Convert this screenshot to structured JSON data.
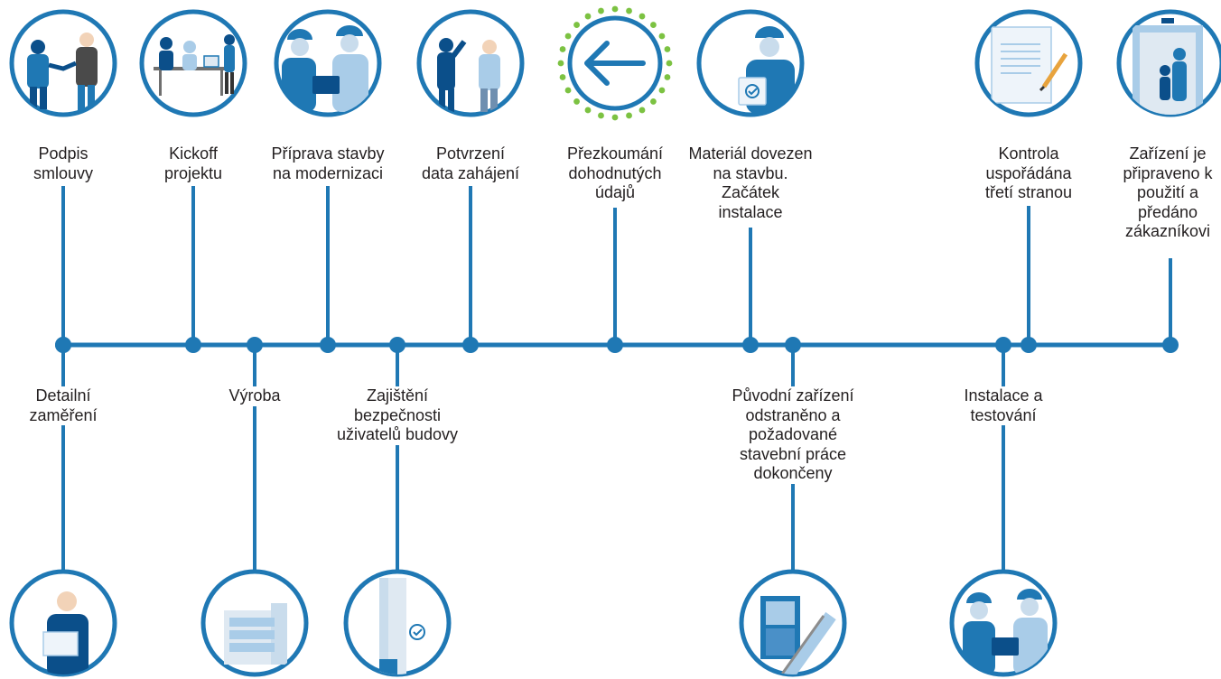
{
  "colors": {
    "accent": "#1f78b4",
    "dark_blue": "#0b4f8a",
    "light_blue": "#a9cce8",
    "green_dots": "#7cc242",
    "text": "#231f20"
  },
  "top_steps": [
    {
      "id": "podpis",
      "label": [
        "Podpis",
        "smlouvy"
      ],
      "icon": "handshake-icon"
    },
    {
      "id": "kickoff",
      "label": [
        "Kickoff",
        "projektu"
      ],
      "icon": "meeting-icon"
    },
    {
      "id": "priprava",
      "label": [
        "Příprava stavby",
        "na modernizaci"
      ],
      "icon": "workers-tablet-icon"
    },
    {
      "id": "potvrzeni",
      "label": [
        "Potvrzení",
        "data zahájení"
      ],
      "icon": "people-talking-icon"
    },
    {
      "id": "prezkoumani",
      "label": [
        "Přezkoumání",
        "dohodnutých",
        "údajů"
      ],
      "icon": "arrow-left-icon"
    },
    {
      "id": "material",
      "label": [
        "Materiál dovezen",
        "na stavbu.",
        "Začátek",
        "instalace"
      ],
      "icon": "worker-checklist-icon"
    },
    {
      "id": "kontrola",
      "label": [
        "Kontrola",
        "uspořádána",
        "třetí stranou"
      ],
      "icon": "document-signing-icon"
    },
    {
      "id": "predano",
      "label": [
        "Zařízení je",
        "připraveno k",
        "použití a",
        "předáno",
        "zákazníkovi"
      ],
      "icon": "elevator-family-icon"
    }
  ],
  "bottom_steps": [
    {
      "id": "zamereni",
      "label": [
        "Detailní",
        "zaměření"
      ],
      "icon": "engineer-plan-icon"
    },
    {
      "id": "vyroba",
      "label": [
        "Výroba"
      ],
      "icon": "factory-icon"
    },
    {
      "id": "bezpecnost",
      "label": [
        "Zajištění",
        "bezpečnosti",
        "uživatelů budovy"
      ],
      "icon": "safety-barrier-icon"
    },
    {
      "id": "odstraneno",
      "label": [
        "Původní zařízení",
        "odstraněno a",
        "požadované",
        "stavební práce",
        "dokončeny"
      ],
      "icon": "elevator-escalator-icon"
    },
    {
      "id": "testovani",
      "label": [
        "Instalace a",
        "testování"
      ],
      "icon": "technicians-icon"
    }
  ]
}
